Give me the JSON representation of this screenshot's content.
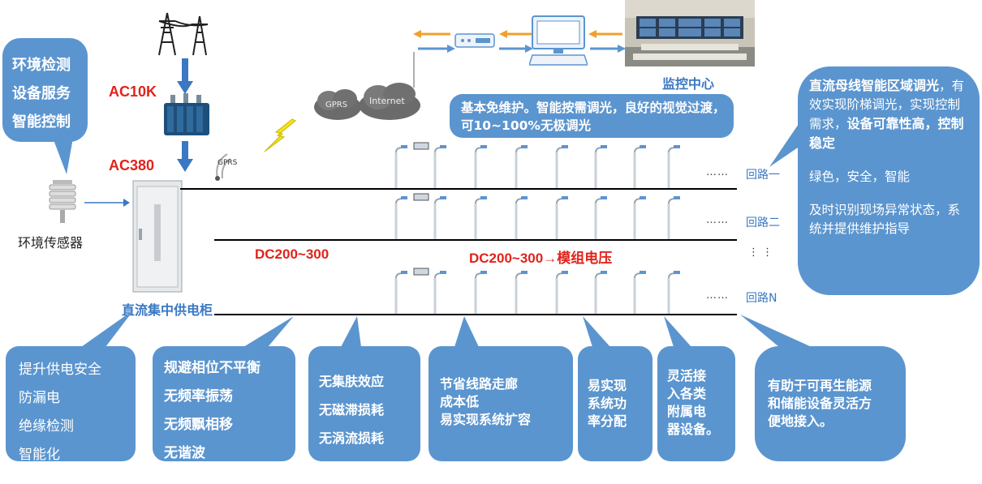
{
  "left_bubble": {
    "lines": [
      "环境检测",
      "设备服务",
      "智能控制"
    ]
  },
  "sensor_label": "环境传感器",
  "voltage_ac10k": "AC10K",
  "voltage_ac380": "AC380",
  "cloud_gprs": "GPRS",
  "cloud_internet": "Internet",
  "gprs_tower": "GPRS",
  "monitor_center": "监控中心",
  "top_bubble": "基本免维护。智能按需调光，良好的视觉过渡，可10~100%无极调光",
  "cabinet_label": "直流集中供电柜",
  "dc_left": "DC200~300",
  "dc_right": "DC200~300→模组电压",
  "loops": [
    "回路一",
    "回路二",
    "回路N"
  ],
  "row_dots": "……",
  "vdots": "⋮ ⋮",
  "right_bubble": {
    "p1_bold": "直流母线智能区域调光",
    "p1_rest": "，有效实现阶梯调光，实现控制需求，",
    "p1_bold2": "设备可靠性高，控制稳定",
    "p2": "绿色，安全，智能",
    "p3": "及时识别现场异常状态，系统并提供维护指导"
  },
  "bottom_boxes": [
    {
      "lines": [
        "提升供电安全",
        "防漏电",
        "绝缘检测",
        "智能化"
      ]
    },
    {
      "lines": [
        "规避相位不平衡",
        "无频率振荡",
        "无频飘相移",
        "无谐波"
      ]
    },
    {
      "lines": [
        "无集肤效应",
        "无磁滞损耗",
        "无涡流损耗"
      ]
    },
    {
      "lines": [
        "节省线路走廊",
        "成本低",
        "易实现系统扩容"
      ]
    },
    {
      "lines": [
        "易实现",
        "系统功",
        "率分配"
      ]
    },
    {
      "lines": [
        "灵活接",
        "入各类",
        "附属电",
        "器设备。"
      ]
    },
    {
      "lines": [
        "有助于可再生能源",
        "和储能设备灵活方",
        "便地接入。"
      ]
    }
  ],
  "colors": {
    "bubble": "#5b95cf",
    "accent_red": "#e0241b",
    "arrow_blue": "#3a78c2",
    "arrow_orange": "#f0a030"
  }
}
